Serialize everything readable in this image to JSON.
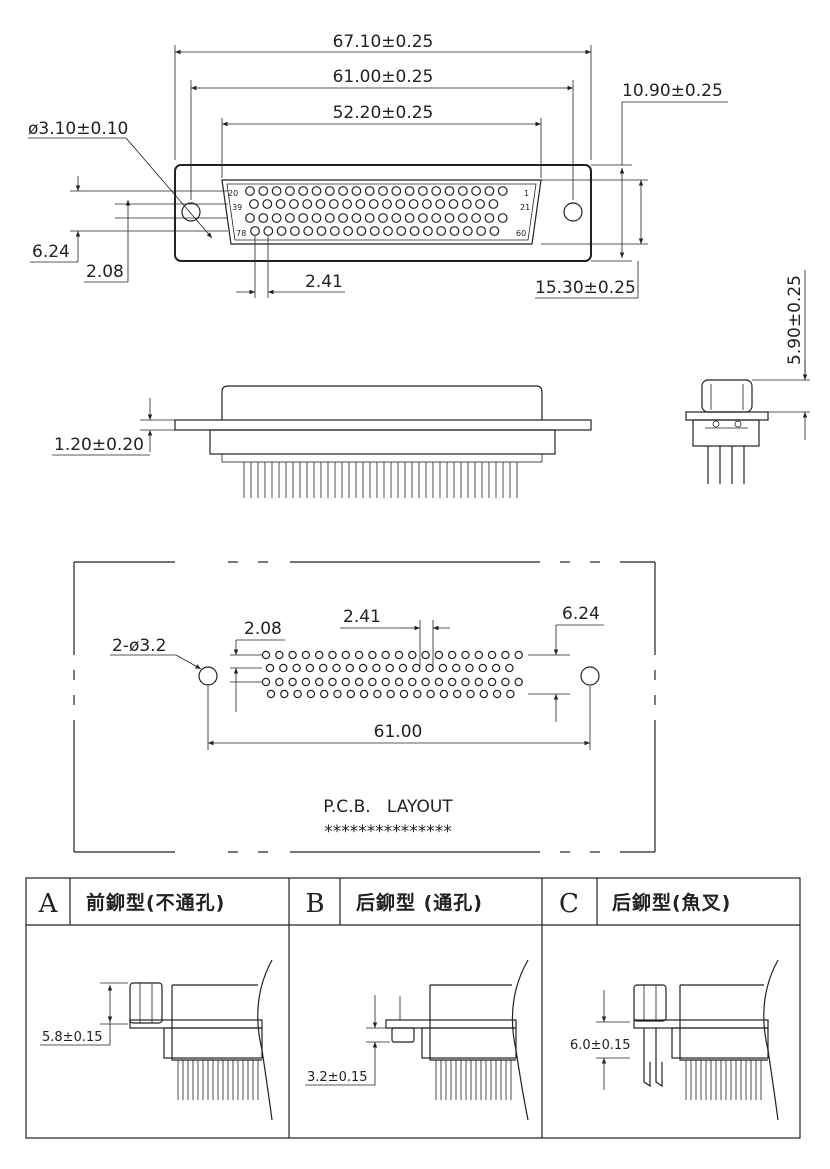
{
  "front_view": {
    "dims": {
      "overall_width": "67.10±0.25",
      "hole_spacing": "61.00±0.25",
      "shell_width": "52.20±0.25",
      "height_outer": "10.90±0.25",
      "hole_dia": "ø3.10±0.10",
      "row_pitch_a": "6.24",
      "row_pitch_b": "2.08",
      "pin_pitch": "2.41",
      "flange_height": "15.30±0.25"
    },
    "pin_labels": {
      "top_left": "20",
      "top_right": "1",
      "row2_left": "39",
      "row2_right": "21",
      "bottom_left": "78",
      "bottom_right": "60"
    }
  },
  "side_view": {
    "dims": {
      "flange_thickness": "1.20±0.20",
      "shell_height": "5.90±0.25"
    }
  },
  "pcb_layout": {
    "dims": {
      "hole_spec": "2-ø3.2",
      "row_pitch": "2.08",
      "pin_pitch": "2.41",
      "row_span": "6.24",
      "hole_spacing": "61.00"
    },
    "title": "P.C.B.   LAYOUT",
    "stars": "***************"
  },
  "mount_table": [
    {
      "letter": "A",
      "title": "前鉚型(不通孔)",
      "dim": "5.8±0.15"
    },
    {
      "letter": "B",
      "title": "后鉚型 (通孔)",
      "dim": "3.2±0.15"
    },
    {
      "letter": "C",
      "title": "后鉚型(魚叉)",
      "dim": "6.0±0.15"
    }
  ]
}
